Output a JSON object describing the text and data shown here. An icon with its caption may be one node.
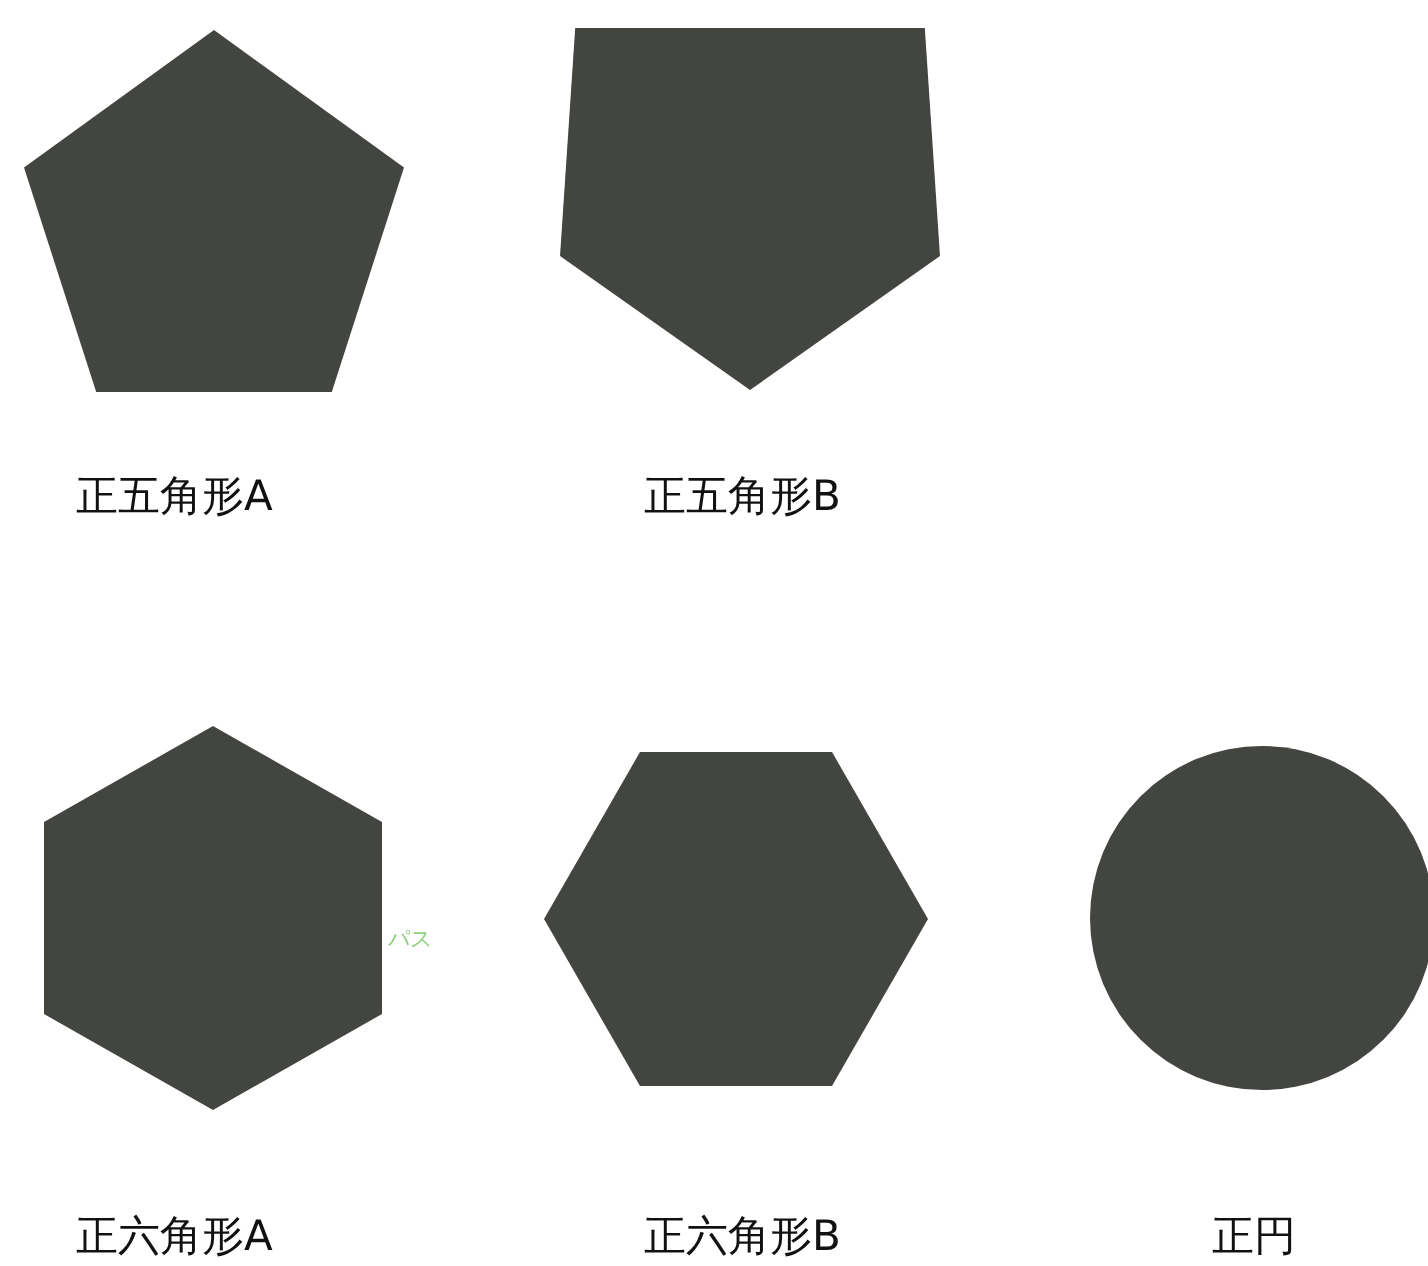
{
  "diagram": {
    "nodes": [
      {
        "text": [],
        "shape": "pentagon",
        "beside": [
          "正五角形A"
        ]
      },
      {
        "text": [],
        "shape": "pentagon",
        "beside": [
          "正五角形B"
        ]
      },
      {
        "text": [],
        "shape": "hexagon",
        "beside": [
          "正六角形A"
        ]
      },
      {
        "text": [],
        "shape": "hexagon",
        "beside": [
          "正六角形B"
        ]
      },
      {
        "text": [],
        "shape": "circle",
        "beside": [
          "正円"
        ]
      }
    ],
    "labels": [
      "パス"
    ]
  }
}
